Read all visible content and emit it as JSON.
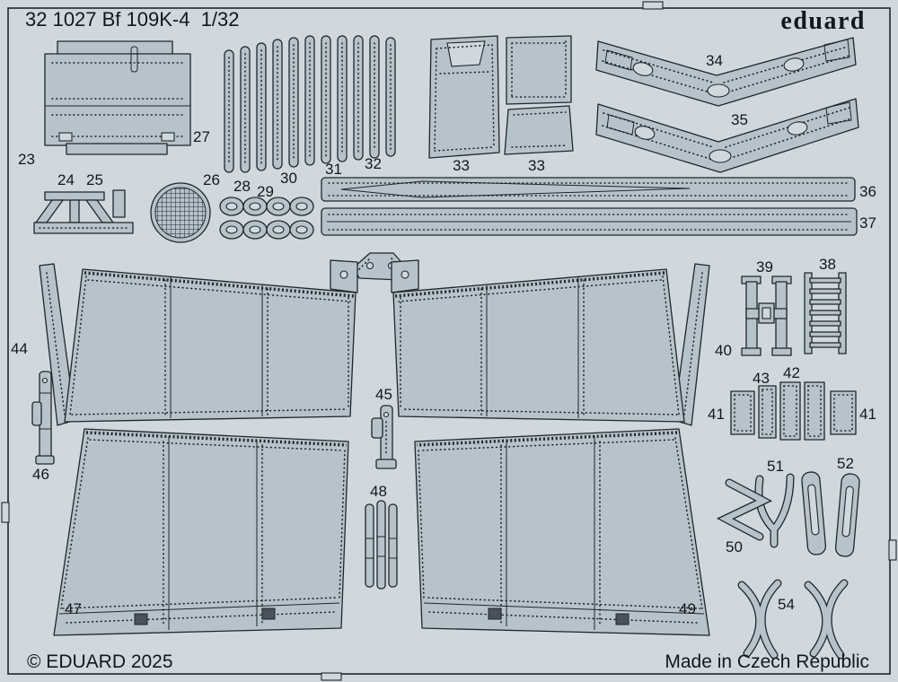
{
  "sheet": {
    "title": "32 1027 Bf 109K-4  1/32",
    "brand": "eduard",
    "copyright": "© EDUARD 2025",
    "origin": "Made in Czech Republic"
  },
  "part_labels": [
    "23",
    "24",
    "25",
    "26",
    "27",
    "28",
    "29",
    "30",
    "31",
    "32",
    "33",
    "33",
    "34",
    "35",
    "36",
    "37",
    "38",
    "39",
    "40",
    "41",
    "41",
    "42",
    "43",
    "44",
    "45",
    "46",
    "47",
    "48",
    "49",
    "50",
    "51",
    "52",
    "54"
  ],
  "colors": {
    "background": "#cfd8de",
    "part": "#b7c3cb",
    "ink": "#20262b",
    "dark_square": "#49525a"
  }
}
